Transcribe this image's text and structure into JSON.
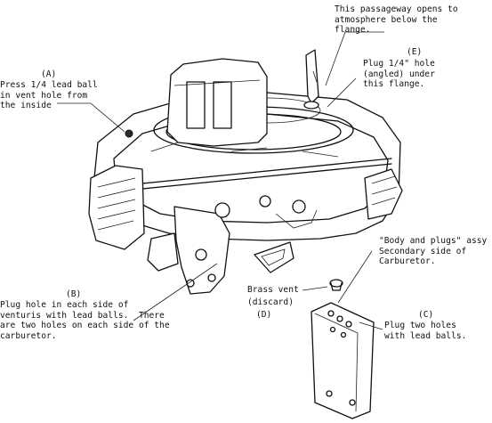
{
  "labels": {
    "passageway": "This passageway opens to\natmosphere below the\nflange.",
    "label_e_letter": "(E)",
    "label_e_text": "Plug 1/4\" hole\n(angled) under\nthis flange.",
    "label_a_letter": "(A)",
    "label_a_text": "Press 1/4 lead ball\nin vent hole from\nthe inside",
    "body_plugs": "\"Body and plugs\" assy\nSecondary side of\nCarburetor.",
    "label_b_letter": "(B)",
    "label_b_text": "Plug hole in each side of\nventuris with lead balls.  There\nare two holes on each side of the\ncarburetor.",
    "brass_vent": "Brass vent",
    "discard": "(discard)",
    "label_d_letter": "(D)",
    "label_c_letter": "(C)",
    "label_c_text": "Plug two holes\nwith lead balls."
  }
}
